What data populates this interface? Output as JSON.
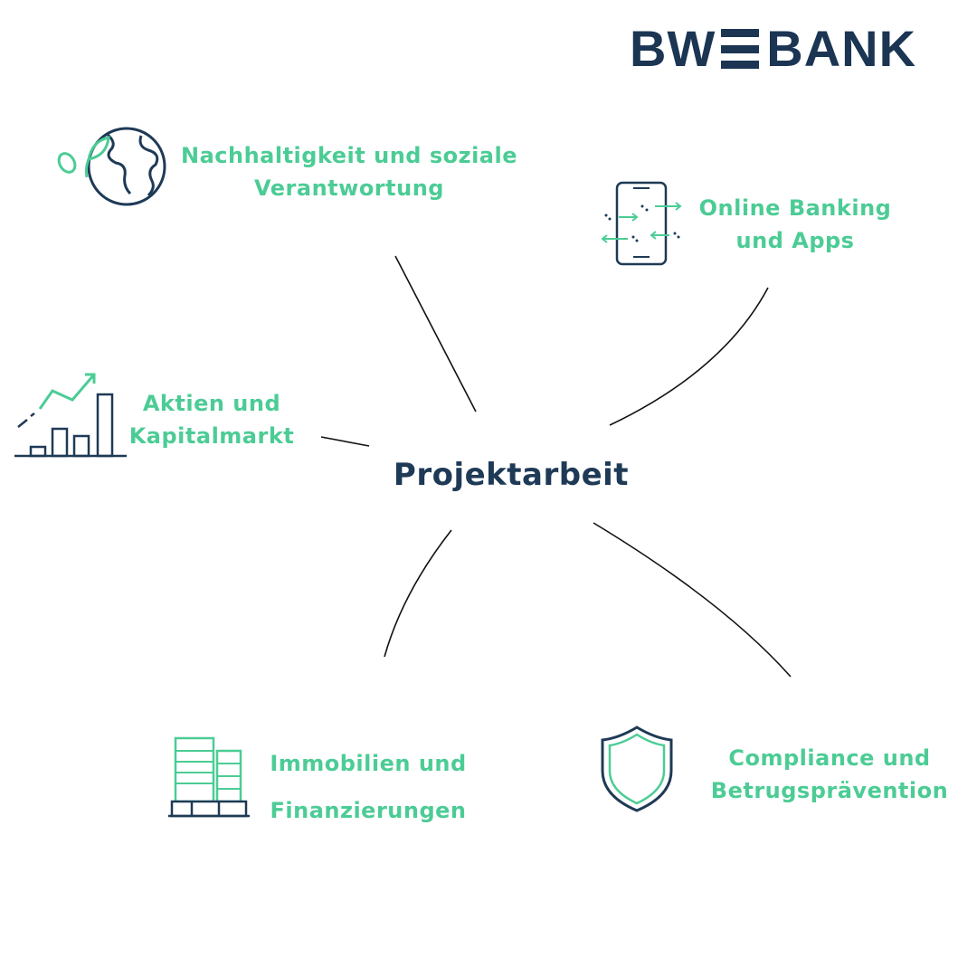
{
  "logo": {
    "left": "BW",
    "right": "BANK",
    "color": "#1b3553"
  },
  "center": {
    "title": "Projektarbeit"
  },
  "topics": [
    {
      "id": "sustainability",
      "line1": "Nachhaltigkeit und soziale",
      "line2": "Verantwortung",
      "icon": "globe-leaf-icon"
    },
    {
      "id": "online-banking",
      "line1": "Online Banking",
      "line2": "und Apps",
      "icon": "smartphone-transfer-icon"
    },
    {
      "id": "stocks",
      "line1": "Aktien und",
      "line2": "Kapitalmarkt",
      "icon": "bar-chart-growth-icon"
    },
    {
      "id": "real-estate",
      "line1": "Immobilien und",
      "line2": "Finanzierungen",
      "icon": "buildings-icon"
    },
    {
      "id": "compliance",
      "line1": "Compliance und",
      "line2": "Betrugsprävention",
      "icon": "shield-icon"
    }
  ],
  "colors": {
    "accent": "#4ccc95",
    "navy": "#1e3a56",
    "line": "#111111"
  }
}
